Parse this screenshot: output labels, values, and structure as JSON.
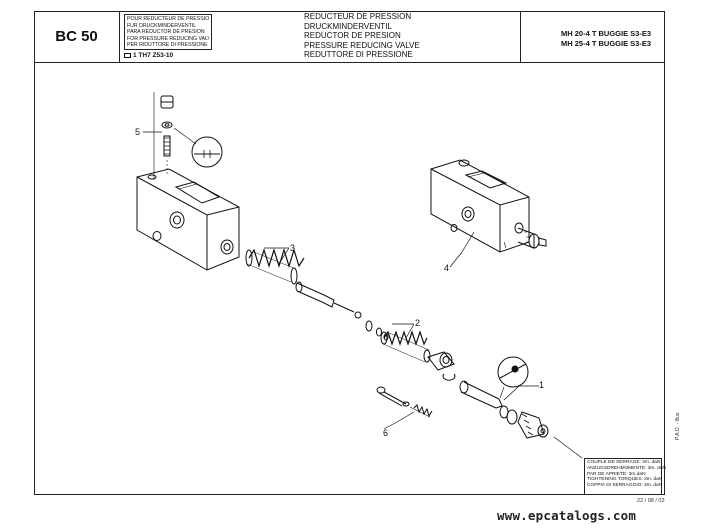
{
  "header": {
    "code": "BC 50",
    "small_titles": [
      "POUR REDUCTEUR DE PRESSION",
      "FUR DRUCKMINDERVENTIL",
      "PARA REDUCTOR DE PRESION",
      "FOR PRESSURE REDUCING VALVE",
      "PER RIDUTTORE DI PRESSIONE"
    ],
    "reference": "1 TH7 Z53-10",
    "main_titles": [
      "REDUCTEUR DE PRESSION",
      "DRUCKMINDERVENTIL",
      "REDUCTOR DE PRESION",
      "PRESSURE REDUCING VALVE",
      "REDUTTORE DI PRESSIONE"
    ],
    "models": [
      "MH 20-4 T BUGGIE S3-E3",
      "MH 25-4 T BUGGIE S3-E3"
    ]
  },
  "callouts": [
    "1",
    "2",
    "3",
    "4",
    "5",
    "6"
  ],
  "torque_box": [
    "COUPLE DE SERRAGE: 3m. daN",
    "ANZUGSDREHMOMENTE: 3m. daN",
    "PAR DE APRIETE: 3m.daN",
    "TIGHTENING TORQUES: 3m. daN",
    "COPPIA DI SERRAGGIO: 3m. daN"
  ],
  "side_note": "P.A.O. - Illus",
  "date": "22 / 08 / 03",
  "watermark": "www.epcatalogs.com"
}
